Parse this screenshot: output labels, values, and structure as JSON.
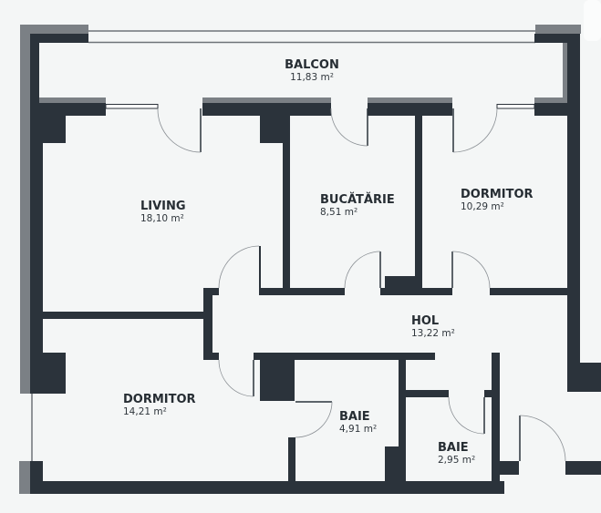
{
  "plan": {
    "colors": {
      "wall": "#2b333b",
      "exterior": "#7b8085",
      "background": "#f4f6f6"
    },
    "rooms": {
      "balcon": {
        "name": "BALCON",
        "area": "11,83 m²"
      },
      "living": {
        "name": "LIVING",
        "area": "18,10 m²"
      },
      "bucatarie": {
        "name": "BUCĂTĂRIE",
        "area": "8,51 m²"
      },
      "dormitor1": {
        "name": "DORMITOR",
        "area": "10,29 m²"
      },
      "hol": {
        "name": "HOL",
        "area": "13,22 m²"
      },
      "dormitor2": {
        "name": "DORMITOR",
        "area": "14,21 m²"
      },
      "baie1": {
        "name": "BAIE",
        "area": "4,91 m²"
      },
      "baie2": {
        "name": "BAIE",
        "area": "2,95 m²"
      }
    }
  }
}
